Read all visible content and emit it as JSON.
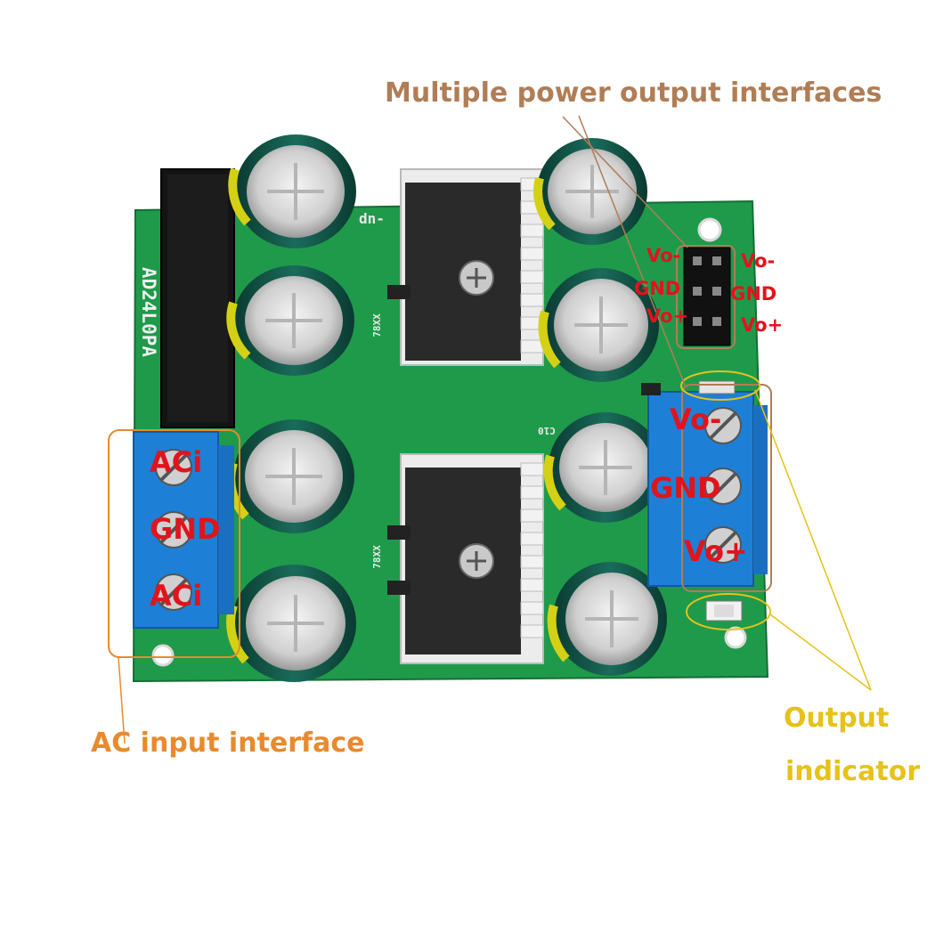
{
  "labels": {
    "multiple_outputs": "Multiple power output interfaces",
    "ac_input": "AC input interface",
    "output_indicator_line1": "Output",
    "output_indicator_line2": "indicator"
  },
  "ac_terminal": [
    "ACi",
    "GND",
    "ACi"
  ],
  "dc_terminal": [
    "Vo-",
    "GND",
    "Vo+"
  ],
  "header_left": [
    "Vo-",
    "GND",
    "Vo+"
  ],
  "header_right": [
    "Vo-",
    "GND",
    "Vo+"
  ],
  "pcb_silkscreen": {
    "board_name": "AD24L0PA",
    "reg_1": "78XX",
    "reg_2": "78XX",
    "cap_ref": "C10",
    "logo": "dn-"
  },
  "colors": {
    "pcb_green": "#1f9a4a",
    "terminal_blue": "#1e7fd6",
    "callout_brown": "#b07d56",
    "callout_orange": "#e88a2e",
    "callout_yellow": "#e6c21a",
    "label_red": "#e0141c",
    "capacitor_green": "#0f4f43",
    "heatsink_white": "#eeeeee"
  }
}
